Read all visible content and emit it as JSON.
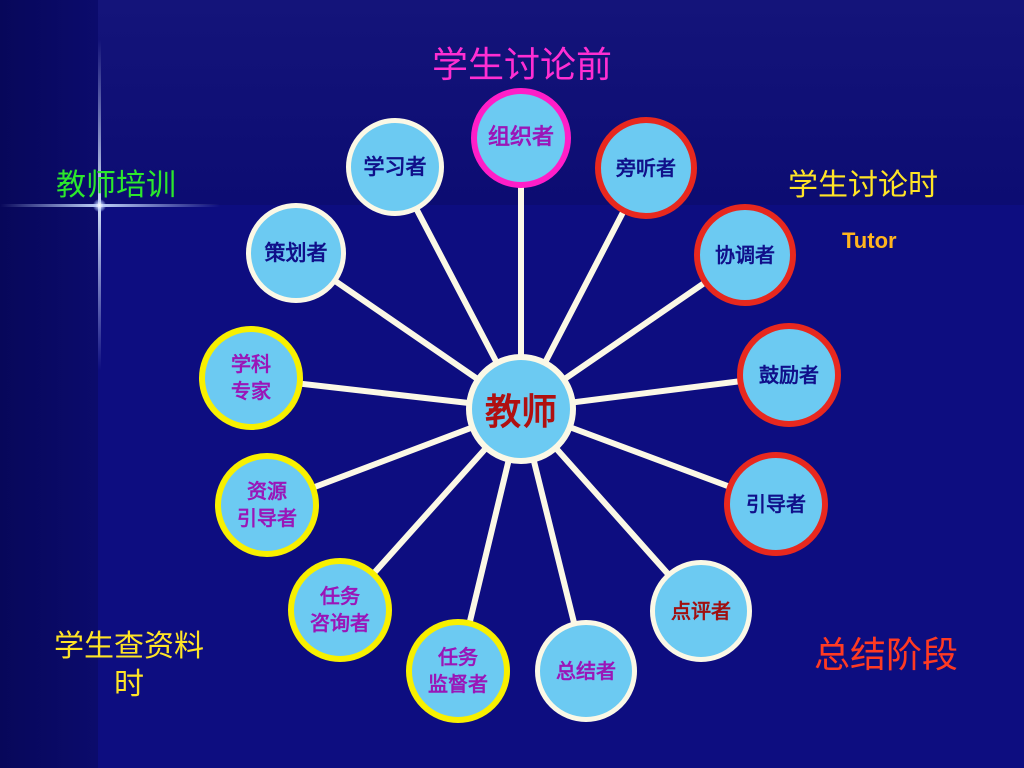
{
  "titles": {
    "top": "学生讨论前",
    "left": "教师培训",
    "right": "学生讨论时",
    "right_sub": "Tutor",
    "bottom_left_line1": "学生查资料",
    "bottom_left_line2": "时",
    "bottom_right": "总结阶段"
  },
  "center_node": {
    "label": "教师"
  },
  "nodes": [
    {
      "line1": "组织者"
    },
    {
      "line1": "学习者"
    },
    {
      "line1": "旁听者"
    },
    {
      "line1": "策划者"
    },
    {
      "line1": "协调者"
    },
    {
      "line1": "学科",
      "line2": "专家"
    },
    {
      "line1": "鼓励者"
    },
    {
      "line1": "资源",
      "line2": "引导者"
    },
    {
      "line1": "引导者"
    },
    {
      "line1": "任务",
      "line2": "咨询者"
    },
    {
      "line1": "点评者"
    },
    {
      "line1": "任务",
      "line2": "监督者"
    },
    {
      "line1": "总结者"
    }
  ],
  "colors": {
    "background": "#0a0a6e",
    "node_fill": "#6ccaf2",
    "spoke": "#fbf8e6",
    "border_magenta": "#ff1ec8",
    "border_red": "#e8281e",
    "border_yellow": "#f8f000",
    "border_white": "#fbf8e6"
  }
}
